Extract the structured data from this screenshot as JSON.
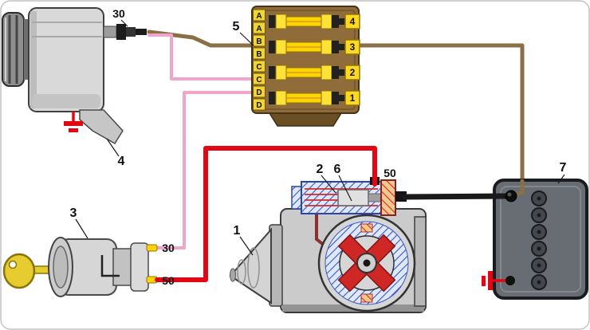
{
  "components": {
    "alternator": {
      "label": "4",
      "terminal_30": "30"
    },
    "fuse_box": {
      "label": "5",
      "slot_letters": [
        "A",
        "A",
        "B",
        "B",
        "C",
        "C",
        "D",
        "D"
      ],
      "terminal_numbers": [
        "4",
        "3",
        "2",
        "1"
      ]
    },
    "ignition_switch": {
      "label": "3",
      "terminal_30": "30",
      "terminal_50": "50"
    },
    "starter": {
      "label": "1",
      "solenoid_label": "2",
      "windings_label": "6",
      "terminal_50": "50"
    },
    "battery": {
      "label": "7"
    }
  },
  "wire_colors": {
    "pink": "#f0a6cb",
    "brown": "#8a6e45",
    "red": "#e30613",
    "black": "#1a1a1a"
  },
  "symbol_colors": {
    "ground": "#e30613",
    "fuse_yellow": "#ffd400",
    "fuse_box_brown": "#8f6c3a",
    "key_yellow": "#e6cc2e"
  }
}
